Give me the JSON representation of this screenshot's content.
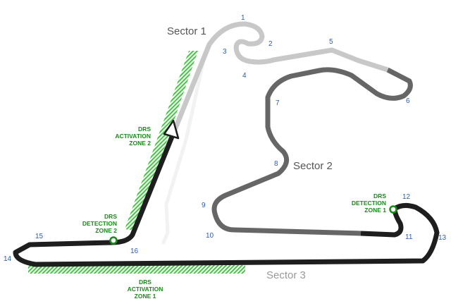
{
  "sectors": {
    "s1": {
      "label": "Sector 1",
      "color": "#555555",
      "track_color": "#c8c8c8"
    },
    "s2": {
      "label": "Sector 2",
      "color": "#555555",
      "track_color": "#666666"
    },
    "s3": {
      "label": "Sector 3",
      "color": "#999999",
      "track_color": "#1e1e1e"
    }
  },
  "corners": [
    "1",
    "2",
    "3",
    "4",
    "5",
    "6",
    "7",
    "8",
    "9",
    "10",
    "11",
    "12",
    "13",
    "14",
    "15",
    "16"
  ],
  "drs": {
    "color": "#1a8a1a",
    "hatch_color": "#45c445",
    "activation_zone_2": {
      "line1": "DRS",
      "line2": "ACTIVATION",
      "line3": "ZONE 2"
    },
    "detection_zone_2": {
      "line1": "DRS",
      "line2": "DETECTION",
      "line3": "ZONE 2"
    },
    "detection_zone_1": {
      "line1": "DRS",
      "line2": "DETECTION",
      "line3": "ZONE 1"
    },
    "activation_zone_1": {
      "line1": "DRS",
      "line2": "ACTIVATION",
      "line3": "ZONE 1"
    }
  },
  "corner_color": "#2a5db0",
  "start_arrow": "direction-arrow-icon"
}
